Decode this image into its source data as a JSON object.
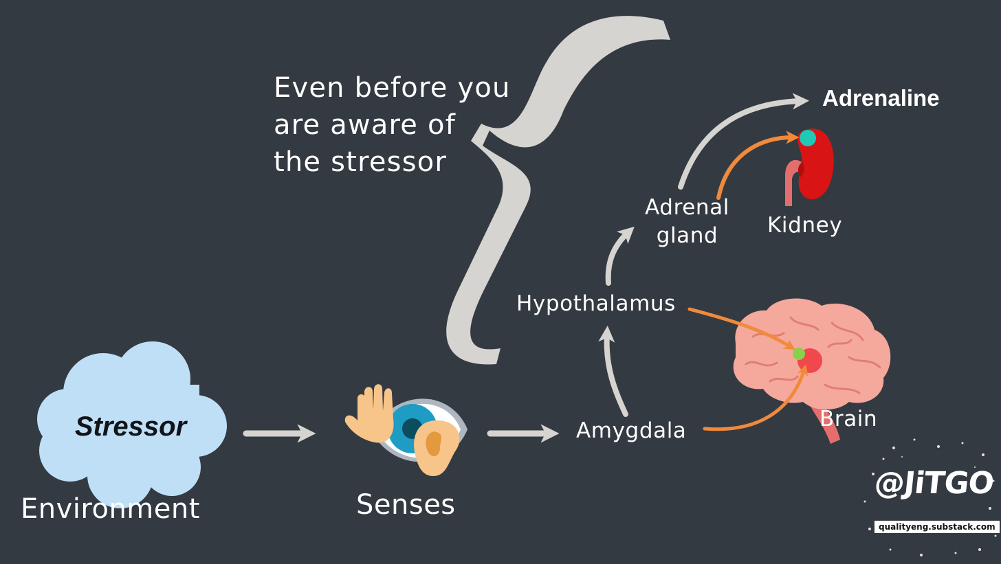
{
  "note": {
    "line1": "Even before you",
    "line2": "are aware of",
    "line3": "the stressor"
  },
  "nodes": {
    "stressor": "Stressor",
    "environment": "Environment",
    "senses": "Senses",
    "amygdala": "Amygdala",
    "hypothalamus": "Hypothalamus",
    "adrenal_line1": "Adrenal",
    "adrenal_line2": "gland",
    "kidney": "Kidney",
    "brain": "Brain",
    "adrenaline": "Adrenaline"
  },
  "brand": {
    "handle": "@JiTGO",
    "url": "qualityeng.substack.com"
  },
  "colors": {
    "background": "#343a41",
    "gray_arrow": "#d6d4d0",
    "orange_arrow": "#f08a3c",
    "cloud": "#bfdff7",
    "brain": "#f5a99c",
    "amygdala_dot": "#8ad14b",
    "hypothalamus_area": "#f0484c",
    "kidney": "#d81414",
    "adrenal_dot": "#20c9b6"
  },
  "icons": [
    "cloud-icon",
    "hand-icon",
    "eye-icon",
    "ear-icon",
    "brain-icon",
    "kidney-icon",
    "brace-icon"
  ]
}
